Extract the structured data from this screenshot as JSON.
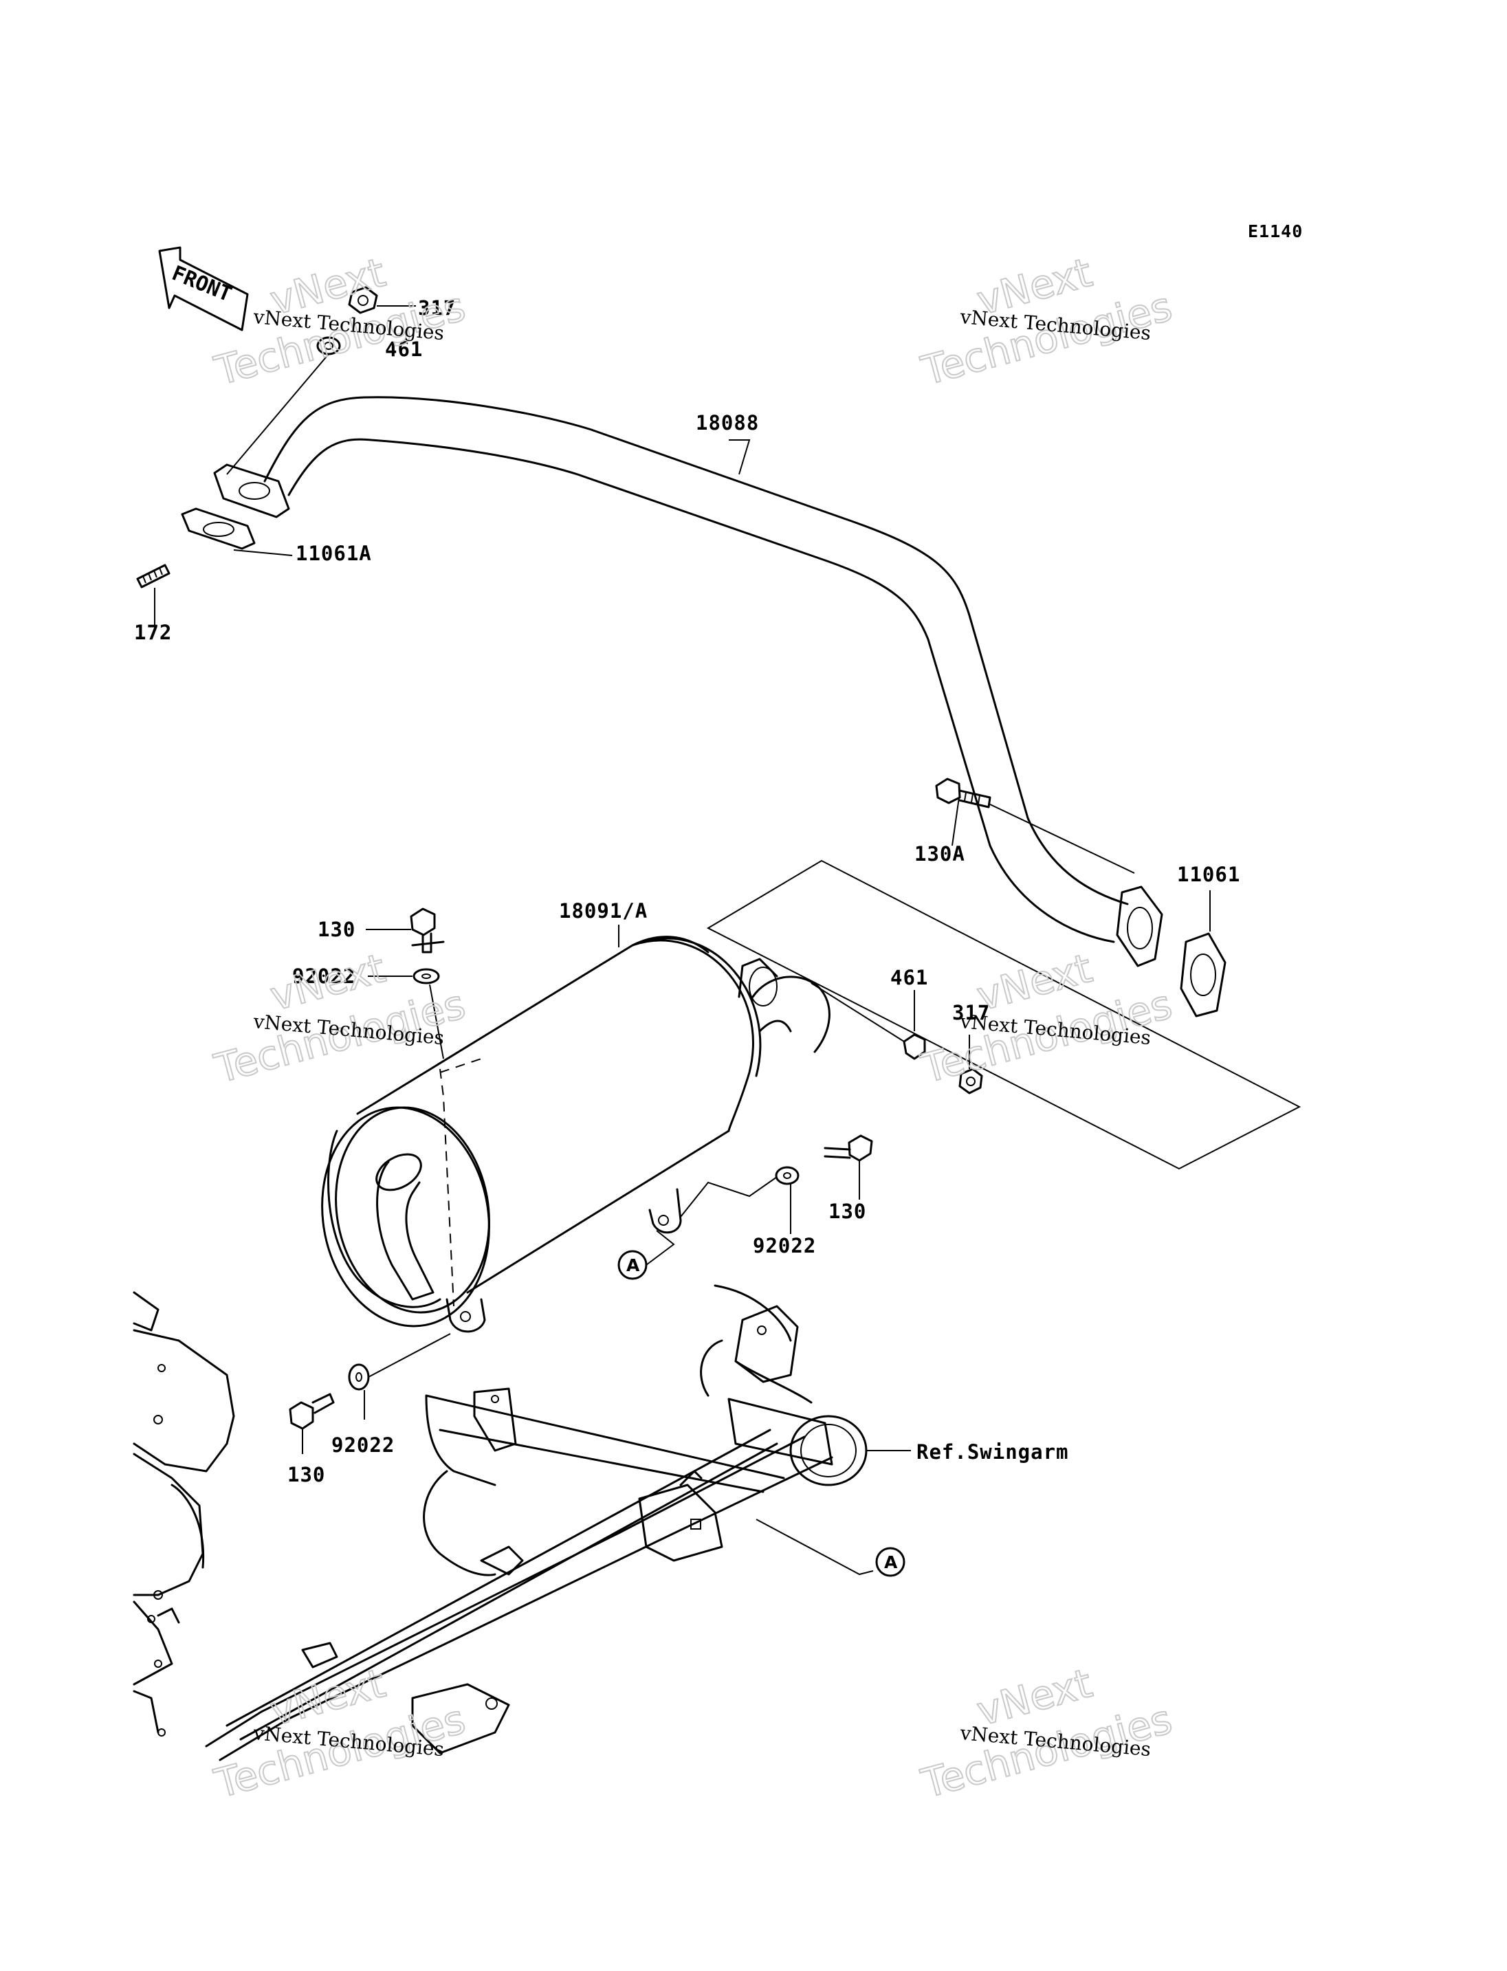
{
  "diagram_code": "E1140",
  "front_label": "FRONT",
  "reference_label": "Ref.Swingarm",
  "ref_marker": "A",
  "watermark": {
    "line1": "vNext Technologies",
    "line2": "vNext",
    "line3": "Technologies"
  },
  "parts": {
    "nut_317_top": "317",
    "gasket_461_top": "461",
    "pipe": "18088",
    "gasket_11061A": "11061A",
    "stud_172": "172",
    "bolt_130A": "130A",
    "gasket_11061": "11061",
    "muffler": "18091/A",
    "bolt_130_top": "130",
    "washer_92022_top": "92022",
    "washer_461_mid": "461",
    "nut_317_mid": "317",
    "bolt_130_right": "130",
    "washer_92022_right": "92022",
    "washer_92022_bottom": "92022",
    "bolt_130_bottom": "130"
  }
}
